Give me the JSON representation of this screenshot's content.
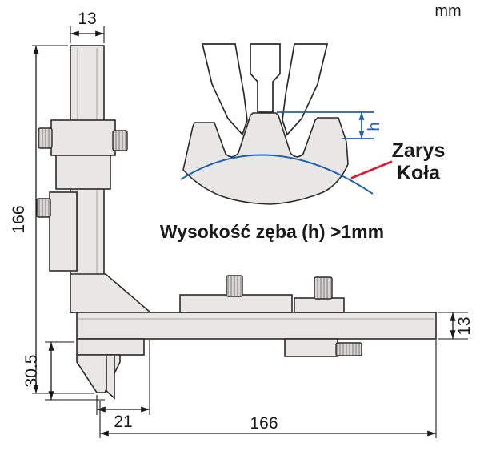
{
  "unit_label": "mm",
  "dimensions": {
    "top_width": "13",
    "left_height": "166",
    "probe_depth": "30.5",
    "tip_offset": "21",
    "beam_length": "166",
    "beam_height": "13"
  },
  "labels": {
    "tooth_height_symbol": "h",
    "wheel_outline_line1": "Zarys",
    "wheel_outline_line2": "Koła",
    "tooth_height_note": "Wysokość zęba (h) >1mm"
  },
  "colors": {
    "body_fill": "#e8e7e5",
    "outline": "#2b2b2b",
    "accent_blue": "#1e62b0",
    "accent_red": "#e8112d"
  }
}
